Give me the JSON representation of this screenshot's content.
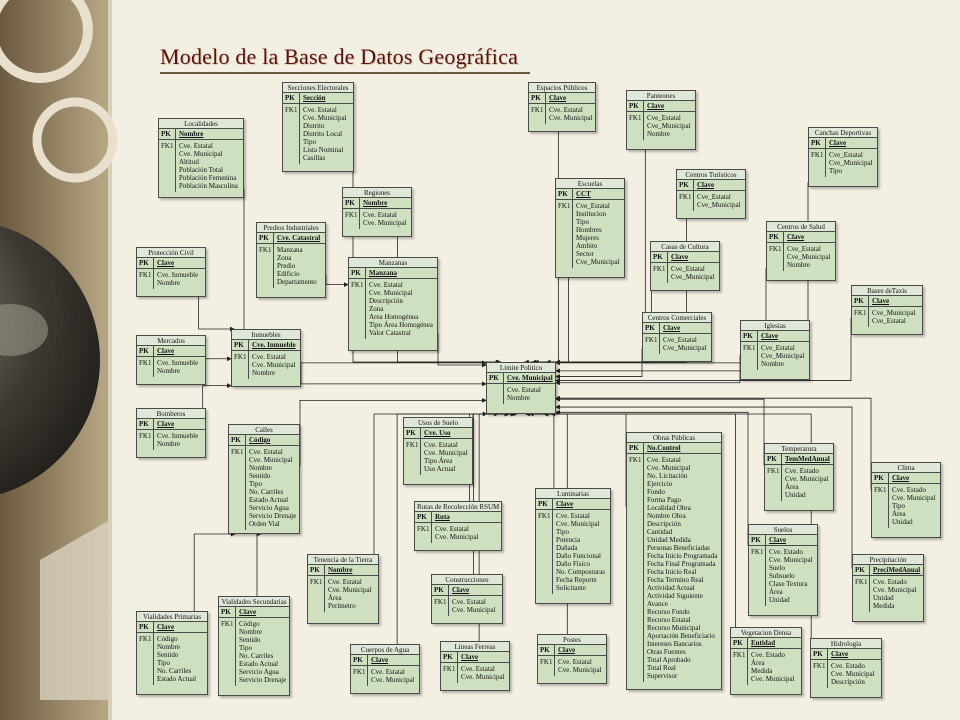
{
  "title": "Modelo de la Base de Datos Geográfica",
  "entities": [
    {
      "id": "localidades",
      "name": "Localidades",
      "pk": "Nombre",
      "fk": "FK1",
      "attrs": [
        "Cve. Estatal",
        "Cve. Municipal",
        "Altitud",
        "Población  Total",
        "Población Femenina",
        "Población Masculina"
      ]
    },
    {
      "id": "secciones",
      "name": "Secciones Electorales",
      "pk": "Sección",
      "fk": "FK1",
      "attrs": [
        "Cve. Estatal",
        "Cve. Municipal",
        "Distrito",
        "Distrito Local",
        "Tipo",
        "Lista Nominal",
        "Casillas"
      ]
    },
    {
      "id": "espacios",
      "name": "Espacios Públicos",
      "pk": "Clave",
      "fk": "FK1",
      "attrs": [
        "Cve. Estatal",
        "Cve. Municipal"
      ]
    },
    {
      "id": "panteones",
      "name": "Panteones",
      "pk": "Clave",
      "fk": "FK1",
      "attrs": [
        "Cve_Estatal",
        "Cve_Municipal",
        "Nombre"
      ]
    },
    {
      "id": "canchas",
      "name": "Canchas Deportivas",
      "pk": "Clave",
      "fk": "FK1",
      "attrs": [
        "Cve_Estatal",
        "Cve_Municipal",
        "Tipo"
      ]
    },
    {
      "id": "regiones",
      "name": "Regiones",
      "pk": "Nombre",
      "fk": "FK1",
      "attrs": [
        "Cve. Estatal",
        "Cve. Municipal"
      ]
    },
    {
      "id": "escuelas",
      "name": "Escuelas",
      "pk": "CCT",
      "fk": "FK1",
      "attrs": [
        "Cve_Estatal",
        "Institucion",
        "Tipo",
        "Hombres",
        "Mujeres",
        "Ambito",
        "Sector",
        "Cve_Municipal"
      ]
    },
    {
      "id": "turisticos",
      "name": "Centros Turísticos",
      "pk": "Clave",
      "fk": "FK1",
      "attrs": [
        "Cve_Estatal",
        "Cve_Municipal"
      ]
    },
    {
      "id": "predios",
      "name": "Predios Industriales",
      "pk": "Cve. Catastral",
      "fk": "FK1",
      "attrs": [
        "Manzana",
        "Zona",
        "Predio",
        "Edificio",
        "Departamento"
      ]
    },
    {
      "id": "salud",
      "name": "Centros de Salud",
      "pk": "Clave",
      "fk": "FK1",
      "attrs": [
        "Cve_Estatal",
        "Cve_Municipal",
        "Nombre"
      ]
    },
    {
      "id": "proteccion",
      "name": "Protección Civil",
      "pk": "Clave",
      "fk": "FK1",
      "attrs": [
        "Cve. Inmueble",
        "Nombre"
      ]
    },
    {
      "id": "manzanas",
      "name": "Manzanas",
      "pk": "Manzana",
      "fk": "FK1",
      "attrs": [
        "Cve. Estatal",
        "Cve. Municipal",
        "Descripción",
        "Zona",
        "Area Homogénea",
        "Tipo Área Homogénea",
        "Valor Catastral"
      ]
    },
    {
      "id": "cultura",
      "name": "Casas de Cultura",
      "pk": "Clave",
      "fk": "FK1",
      "attrs": [
        "Cve_Estatal",
        "Cve_Municipal"
      ]
    },
    {
      "id": "taxis",
      "name": "Bases deTaxis",
      "pk": "Clave",
      "fk": "FK1",
      "attrs": [
        "Cve_Municipal",
        "Cve_Estatal"
      ]
    },
    {
      "id": "comerciales",
      "name": "Centros Comerciales",
      "pk": "Clave",
      "fk": "FK1",
      "attrs": [
        "Cve_Estatal",
        "Cve_Municipal"
      ]
    },
    {
      "id": "inmuebles",
      "name": "Inmuebles",
      "pk": "Cve. Inmueble",
      "fk": "FK1",
      "attrs": [
        "Cve. Estatal",
        "Cve. Municipal",
        "Nombre"
      ]
    },
    {
      "id": "mercados",
      "name": "Mercados",
      "pk": "Clave",
      "fk": "FK1",
      "attrs": [
        "Cve. Inmueble",
        "Nombre"
      ]
    },
    {
      "id": "iglesias",
      "name": "Iglesias",
      "pk": "Clave",
      "fk": "FK1",
      "attrs": [
        "Cve_Estatal",
        "Cve_Municipal",
        "Nombre"
      ]
    },
    {
      "id": "limite",
      "name": "Limite Politico",
      "pk": "Cve. Municipal",
      "fk": "",
      "attrs": [
        "Cve. Estatal",
        "Nombre"
      ]
    },
    {
      "id": "bomberos",
      "name": "Bomberos",
      "pk": "Clave",
      "fk": "FK1",
      "attrs": [
        "Cve. Inmueble",
        "Nombre"
      ]
    },
    {
      "id": "usos",
      "name": "Usos de Suelo",
      "pk": "Cve. Uso",
      "fk": "FK1",
      "attrs": [
        "Cve. Estatal",
        "Cve. Municipal",
        "Tipo Área",
        "Uso Actual"
      ]
    },
    {
      "id": "calles",
      "name": "Calles",
      "pk": "Código",
      "fk": "FK1",
      "attrs": [
        "Cve. Estatal",
        "Cve. Municipal",
        "Nombre",
        "Sentido",
        "Tipo",
        "No. Carriles",
        "Estado Actual",
        "Servicio Agua",
        "Servicio Drenaje",
        "Orden Vial"
      ]
    },
    {
      "id": "obras",
      "name": "Obras Públicas",
      "pk": "No.Control",
      "fk": "FK1",
      "attrs": [
        "Cve. Estatal",
        "Cve. Municipal",
        "No. Licitación",
        "Ejercicio",
        "Fondo",
        "Forma Pago",
        "Localidad Obra",
        "Nombre Obra",
        "Descripción",
        "Cantidad",
        "Unidad Medida",
        "Personas Beneficiadas",
        "Fecha Inicio Programada",
        "Fecha Final Programada",
        "Fecha Inicio Real",
        "Fecha Termino Real",
        "Actividad Actual",
        "Actividad Siguiente",
        "Avance",
        "Recurso Fondo",
        "Recurso Estatal",
        "Recurso Municipal",
        "Aportación Beneficiario",
        "Intereses Bancarios",
        "Otras Fuentes",
        "Total Aprobado",
        "Total Real",
        "Supervisor"
      ]
    },
    {
      "id": "temperatura",
      "name": "Temperatura",
      "pk": "TemMedAnual",
      "fk": "FK1",
      "attrs": [
        "Cve. Estado",
        "Cve. Municipal",
        "Área",
        "Unidad"
      ]
    },
    {
      "id": "clima",
      "name": "Clima",
      "pk": "Clave",
      "fk": "FK1",
      "attrs": [
        "Cve. Estado",
        "Cve. Municipal",
        "Tipo",
        "Área",
        "Unidad"
      ]
    },
    {
      "id": "rutas",
      "name": "Rutas de Recolección RSUM",
      "pk": "Ruta",
      "fk": "FK1",
      "attrs": [
        "Cve. Estatal",
        "Cve. Municipal"
      ]
    },
    {
      "id": "luminarias",
      "name": "Luminarias",
      "pk": "Clave",
      "fk": "FK1",
      "attrs": [
        "Cve. Estatal",
        "Cve. Municipal",
        "Tipo",
        "Potencia",
        "Dañada",
        "Daño Funcional",
        "Daño Físico",
        "No. Composturas",
        "Fecha Reporte",
        "Solicitante"
      ]
    },
    {
      "id": "suelos",
      "name": "Suelos",
      "pk": "Clave",
      "fk": "FK1",
      "attrs": [
        "Cve. Estado",
        "Cve. Municipal",
        "Suelo",
        "Subsuelo",
        "Clase Textura",
        "Área",
        "Unidad"
      ]
    },
    {
      "id": "tenencia",
      "name": "Tenencia de la Tierra",
      "pk": "Nombre",
      "fk": "FK1",
      "attrs": [
        "Cve. Estatal",
        "Cve. Municipal",
        "Área",
        "Perímetro"
      ]
    },
    {
      "id": "precipitacion",
      "name": "Precipitación",
      "pk": "PreciMedAnual",
      "fk": "FK1",
      "attrs": [
        "Cve. Estado",
        "Cve. Municipal",
        "Unidad",
        "Medida"
      ]
    },
    {
      "id": "construcciones",
      "name": "Construcciones",
      "pk": "Clave",
      "fk": "FK1",
      "attrs": [
        "Cve. Estatal",
        "Cve. Municipal"
      ]
    },
    {
      "id": "viasprim",
      "name": "Vialidades Primarias",
      "pk": "Clave",
      "fk": "FK1",
      "attrs": [
        "Código",
        "Nombre",
        "Sentido",
        "Tipo",
        "No. Carriles",
        "Estado Actual"
      ]
    },
    {
      "id": "viassec",
      "name": "Vialidades Secundarias",
      "pk": "Clave",
      "fk": "FK1",
      "attrs": [
        "Código",
        "Nombre",
        "Sentido",
        "Tipo",
        "No. Carriles",
        "Estado Actual",
        "Servicio Agua",
        "Servicio Drenaje"
      ]
    },
    {
      "id": "postes",
      "name": "Postes",
      "pk": "Clave",
      "fk": "FK1",
      "attrs": [
        "Cve. Estatal",
        "Cve. Municipal"
      ]
    },
    {
      "id": "vegetacion",
      "name": "Vegetacion Densa",
      "pk": "Entidad",
      "fk": "FK1",
      "attrs": [
        "Cve. Estado",
        "Área",
        "Medida",
        "Cve. Municipal"
      ]
    },
    {
      "id": "hidrologia",
      "name": "Hidrología",
      "pk": "Clave",
      "fk": "FK1",
      "attrs": [
        "Cve. Estado",
        "Cve. Municipal",
        "Descripción"
      ]
    },
    {
      "id": "cuerpos",
      "name": "Cuerpos de Agua",
      "pk": "Clave",
      "fk": "FK1",
      "attrs": [
        "Cve. Estatal",
        "Cve. Municipal"
      ]
    },
    {
      "id": "lineas",
      "name": "Lineas Ferreas",
      "pk": "Clave",
      "fk": "FK1",
      "attrs": [
        "Cve. Estatal",
        "Cve. Municipal"
      ]
    }
  ],
  "relationships": [
    [
      "localidades",
      "limite"
    ],
    [
      "secciones",
      "limite"
    ],
    [
      "espacios",
      "limite"
    ],
    [
      "panteones",
      "limite"
    ],
    [
      "canchas",
      "limite"
    ],
    [
      "regiones",
      "limite"
    ],
    [
      "escuelas",
      "limite"
    ],
    [
      "turisticos",
      "limite"
    ],
    [
      "salud",
      "limite"
    ],
    [
      "manzanas",
      "limite"
    ],
    [
      "cultura",
      "limite"
    ],
    [
      "taxis",
      "limite"
    ],
    [
      "comerciales",
      "limite"
    ],
    [
      "iglesias",
      "limite"
    ],
    [
      "inmuebles",
      "limite"
    ],
    [
      "usos",
      "limite"
    ],
    [
      "calles",
      "limite"
    ],
    [
      "obras",
      "limite"
    ],
    [
      "temperatura",
      "limite"
    ],
    [
      "clima",
      "limite"
    ],
    [
      "rutas",
      "limite"
    ],
    [
      "luminarias",
      "limite"
    ],
    [
      "suelos",
      "limite"
    ],
    [
      "tenencia",
      "limite"
    ],
    [
      "precipitacion",
      "limite"
    ],
    [
      "construcciones",
      "limite"
    ],
    [
      "postes",
      "limite"
    ],
    [
      "vegetacion",
      "limite"
    ],
    [
      "hidrologia",
      "limite"
    ],
    [
      "cuerpos",
      "limite"
    ],
    [
      "lineas",
      "limite"
    ],
    [
      "proteccion",
      "inmuebles"
    ],
    [
      "mercados",
      "inmuebles"
    ],
    [
      "bomberos",
      "inmuebles"
    ],
    [
      "predios",
      "manzanas"
    ],
    [
      "viasprim",
      "calles"
    ],
    [
      "viassec",
      "calles"
    ]
  ],
  "colors": {
    "entity_fill": "#cfe0c0",
    "header_fill": "#dfe8d8",
    "line": "#222222",
    "title": "#5a1010"
  }
}
